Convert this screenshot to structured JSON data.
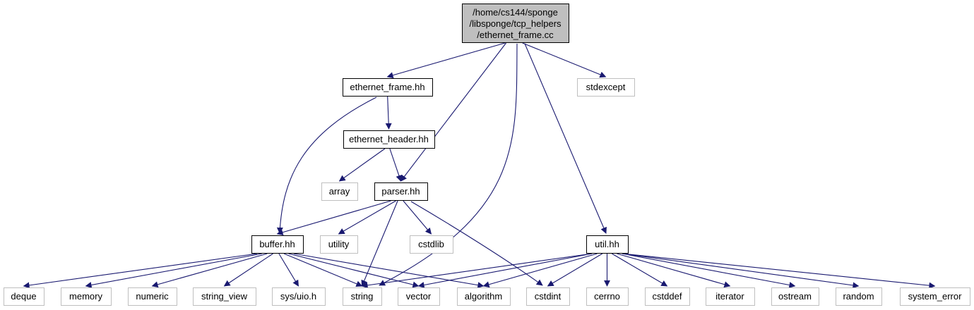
{
  "colors": {
    "edge": "#191970",
    "root_fill": "#bfbfbf",
    "root_border": "#000000",
    "documented_border": "#000000",
    "external_border": "#bfbfbf",
    "node_fill": "#ffffff"
  },
  "nodes": {
    "root": {
      "label_lines": [
        "/home/cs144/sponge",
        "/libsponge/tcp_helpers",
        "/ethernet_frame.cc"
      ],
      "kind": "root"
    },
    "ethernet_frame_hh": {
      "label": "ethernet_frame.hh",
      "kind": "documented"
    },
    "stdexcept": {
      "label": "stdexcept",
      "kind": "external"
    },
    "ethernet_header_hh": {
      "label": "ethernet_header.hh",
      "kind": "documented"
    },
    "array": {
      "label": "array",
      "kind": "external"
    },
    "parser_hh": {
      "label": "parser.hh",
      "kind": "documented"
    },
    "buffer_hh": {
      "label": "buffer.hh",
      "kind": "documented"
    },
    "utility": {
      "label": "utility",
      "kind": "external"
    },
    "cstdlib": {
      "label": "cstdlib",
      "kind": "external"
    },
    "util_hh": {
      "label": "util.hh",
      "kind": "documented"
    },
    "deque": {
      "label": "deque",
      "kind": "external"
    },
    "memory": {
      "label": "memory",
      "kind": "external"
    },
    "numeric": {
      "label": "numeric",
      "kind": "external"
    },
    "string_view": {
      "label": "string_view",
      "kind": "external"
    },
    "sys_uio_h": {
      "label": "sys/uio.h",
      "kind": "external"
    },
    "string": {
      "label": "string",
      "kind": "external"
    },
    "vector": {
      "label": "vector",
      "kind": "external"
    },
    "algorithm": {
      "label": "algorithm",
      "kind": "external"
    },
    "cstdint": {
      "label": "cstdint",
      "kind": "external"
    },
    "cerrno": {
      "label": "cerrno",
      "kind": "external"
    },
    "cstddef": {
      "label": "cstddef",
      "kind": "external"
    },
    "iterator": {
      "label": "iterator",
      "kind": "external"
    },
    "ostream": {
      "label": "ostream",
      "kind": "external"
    },
    "random": {
      "label": "random",
      "kind": "external"
    },
    "system_error": {
      "label": "system_error",
      "kind": "external"
    }
  },
  "edges": [
    [
      "root",
      "ethernet_frame_hh"
    ],
    [
      "root",
      "stdexcept"
    ],
    [
      "root",
      "parser_hh"
    ],
    [
      "root",
      "string"
    ],
    [
      "root",
      "util_hh"
    ],
    [
      "ethernet_frame_hh",
      "ethernet_header_hh"
    ],
    [
      "ethernet_frame_hh",
      "buffer_hh"
    ],
    [
      "ethernet_header_hh",
      "array"
    ],
    [
      "ethernet_header_hh",
      "parser_hh"
    ],
    [
      "parser_hh",
      "buffer_hh"
    ],
    [
      "parser_hh",
      "utility"
    ],
    [
      "parser_hh",
      "cstdlib"
    ],
    [
      "parser_hh",
      "string"
    ],
    [
      "parser_hh",
      "cstdint"
    ],
    [
      "buffer_hh",
      "deque"
    ],
    [
      "buffer_hh",
      "memory"
    ],
    [
      "buffer_hh",
      "numeric"
    ],
    [
      "buffer_hh",
      "string_view"
    ],
    [
      "buffer_hh",
      "sys_uio_h"
    ],
    [
      "buffer_hh",
      "string"
    ],
    [
      "buffer_hh",
      "vector"
    ],
    [
      "buffer_hh",
      "algorithm"
    ],
    [
      "util_hh",
      "string"
    ],
    [
      "util_hh",
      "vector"
    ],
    [
      "util_hh",
      "algorithm"
    ],
    [
      "util_hh",
      "cstdint"
    ],
    [
      "util_hh",
      "cerrno"
    ],
    [
      "util_hh",
      "cstddef"
    ],
    [
      "util_hh",
      "iterator"
    ],
    [
      "util_hh",
      "ostream"
    ],
    [
      "util_hh",
      "random"
    ],
    [
      "util_hh",
      "system_error"
    ]
  ]
}
